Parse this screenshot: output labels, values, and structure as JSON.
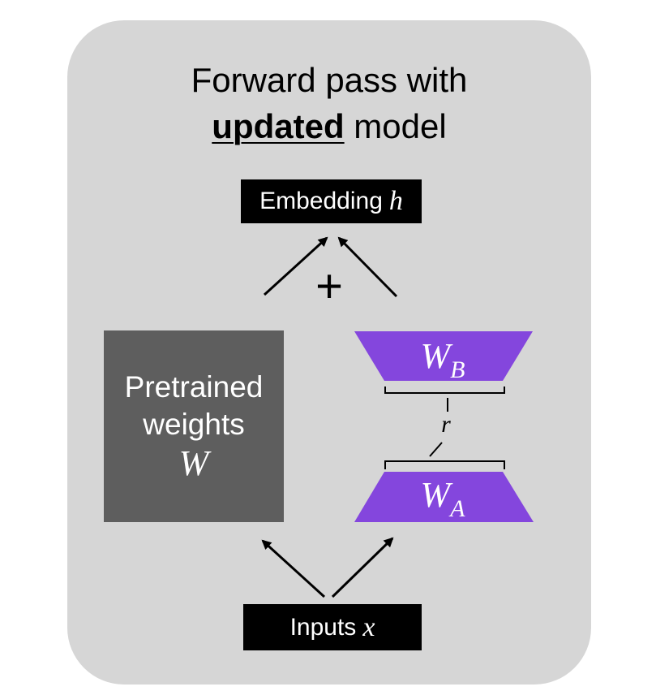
{
  "title": {
    "line1": "Forward pass with",
    "emphasis": "updated",
    "line2_rest": " model"
  },
  "embedding": {
    "label": "Embedding",
    "symbol": "h"
  },
  "operator": "+",
  "pretrained": {
    "line1": "Pretrained",
    "line2": "weights",
    "symbol": "W"
  },
  "adapter_b": {
    "base": "W",
    "subscript": "B"
  },
  "adapter_a": {
    "base": "W",
    "subscript": "A"
  },
  "rank_label": "r",
  "inputs": {
    "label": "Inputs",
    "symbol": "x"
  },
  "colors": {
    "panel": "#d6d6d6",
    "adapter": "#8446dd",
    "pretrained": "#5e5e5e",
    "label_box": "#000000",
    "label_text": "#ffffff"
  }
}
